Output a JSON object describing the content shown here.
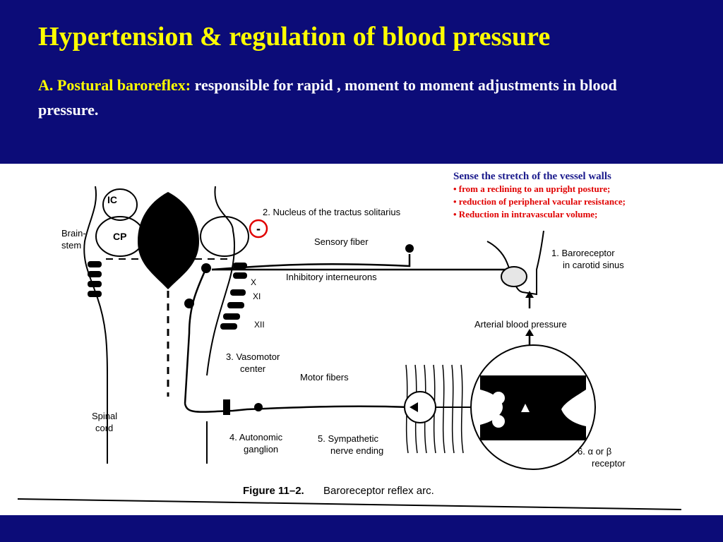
{
  "slide": {
    "title": "Hypertension & regulation of blood pressure",
    "subtitle_lead": "A. Postural baroreflex:",
    "subtitle_rest": " responsible for rapid , moment to moment adjustments in blood pressure."
  },
  "notes": {
    "heading": "Sense the stretch of the vessel walls",
    "items": [
      "• from a reclining to an upright posture;",
      "• reduction of peripheral vacular resistance;",
      "• Reduction in intravascular volume;"
    ]
  },
  "figure": {
    "labels": {
      "ic": "IC",
      "cp": "CP",
      "brainstem_1": "Brain-",
      "brainstem_2": "stem",
      "spinal_1": "Spinal",
      "spinal_2": "cord",
      "x": "X",
      "xi": "XI",
      "xii": "XII",
      "nts": "2. Nucleus of the tractus solitarius",
      "sensory": "Sensory fiber",
      "inhibitory": "Inhibitory interneurons",
      "vasomotor_1": "3. Vasomotor",
      "vasomotor_2": "center",
      "motor": "Motor fibers",
      "ganglion_1": "4. Autonomic",
      "ganglion_2": "ganglion",
      "nerve_1": "5. Sympathetic",
      "nerve_2": "nerve ending",
      "baro_1": "1. Baroreceptor",
      "baro_2": "in carotid sinus",
      "arterial": "Arterial blood pressure",
      "receptor_1": "6. α or β",
      "receptor_2": "receptor",
      "minus": "-",
      "caption_num": "Figure 11–2.",
      "caption_text": "Baroreceptor reflex arc."
    },
    "accent_color": "#e00000"
  }
}
